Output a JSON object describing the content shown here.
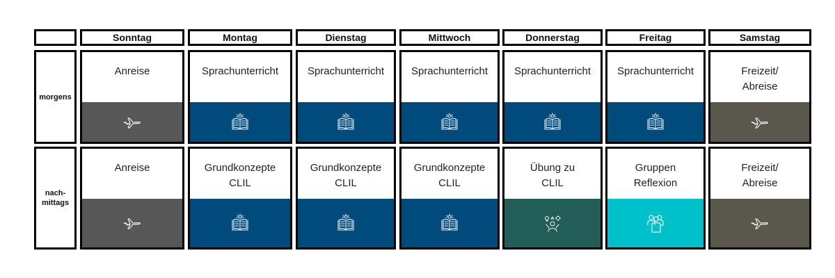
{
  "colors": {
    "travel": "#575757",
    "travel_weekend": "#5a584c",
    "lesson": "#004b7c",
    "exercise": "#235d57",
    "group": "#00c0c9",
    "icon_stroke": "#e8eef2"
  },
  "days": [
    "Sonntag",
    "Montag",
    "Dienstag",
    "Mittwoch",
    "Donnerstag",
    "Freitag",
    "Samstag"
  ],
  "rows": [
    {
      "label": "morgens",
      "cells": [
        {
          "text": "Anreise",
          "icon": "airplane-icon",
          "color": "#575757"
        },
        {
          "text": "Sprachunterricht",
          "icon": "book-icon",
          "color": "#004b7c"
        },
        {
          "text": "Sprachunterricht",
          "icon": "book-icon",
          "color": "#004b7c"
        },
        {
          "text": "Sprachunterricht",
          "icon": "book-icon",
          "color": "#004b7c"
        },
        {
          "text": "Sprachunterricht",
          "icon": "book-icon",
          "color": "#004b7c"
        },
        {
          "text": "Sprachunterricht",
          "icon": "book-icon",
          "color": "#004b7c"
        },
        {
          "text": "Freizeit/\nAbreise",
          "icon": "airplane-icon",
          "color": "#5a584c"
        }
      ]
    },
    {
      "label": "nach-\nmittags",
      "cells": [
        {
          "text": "Anreise",
          "icon": "airplane-icon",
          "color": "#575757"
        },
        {
          "text": "Grundkonzepte\nCLIL",
          "icon": "book-icon",
          "color": "#004b7c"
        },
        {
          "text": "Grundkonzepte\nCLIL",
          "icon": "book-icon",
          "color": "#004b7c"
        },
        {
          "text": "Grundkonzepte\nCLIL",
          "icon": "book-icon",
          "color": "#004b7c"
        },
        {
          "text": "Übung zu\nCLIL",
          "icon": "idea-person-icon",
          "color": "#235d57"
        },
        {
          "text": "Gruppen\nReflexion",
          "icon": "group-icon",
          "color": "#00c0c9"
        },
        {
          "text": "Freizeit/\nAbreise",
          "icon": "airplane-icon",
          "color": "#5a584c"
        }
      ]
    }
  ]
}
